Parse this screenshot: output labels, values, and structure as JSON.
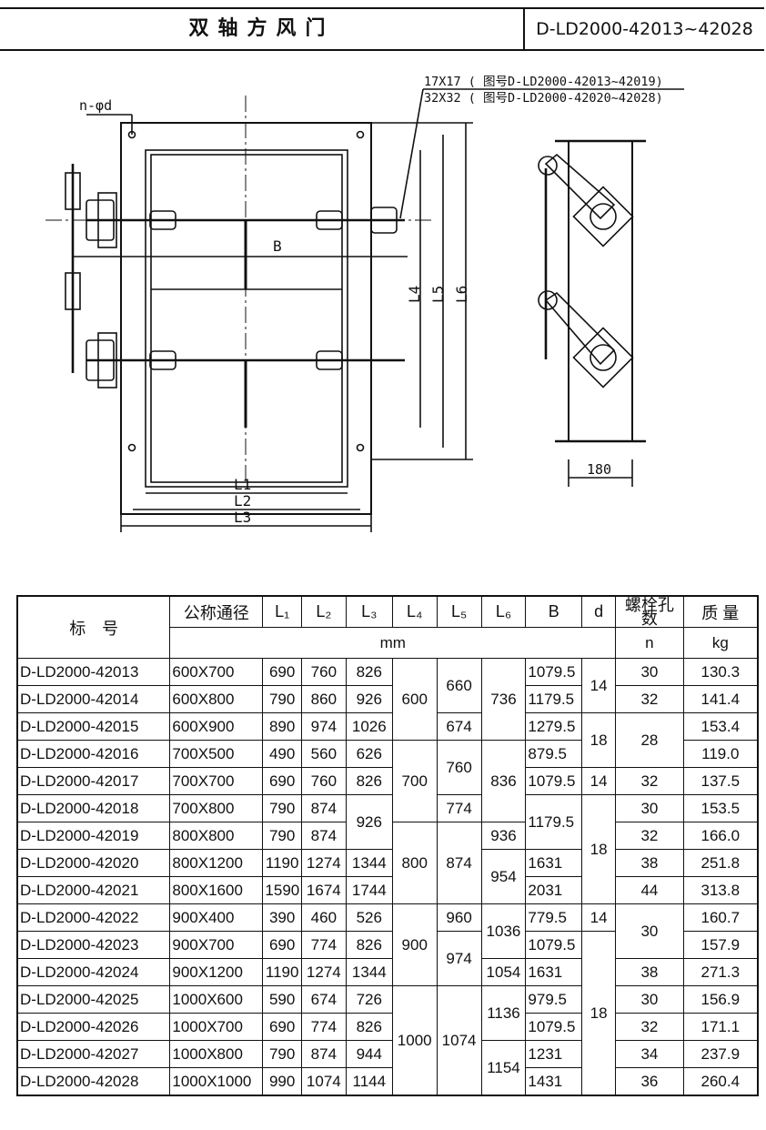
{
  "header": {
    "title": "双轴方风门",
    "code": "D-LD2000-42013~42028"
  },
  "drawing": {
    "hole_label": "n-φd",
    "shaft_note_1": "17X17 ( 图号D-LD2000-42013~42019)",
    "shaft_note_2": "32X32 ( 图号D-LD2000-42020~42028)",
    "label_B": "B",
    "label_L1": "L1",
    "label_L2": "L2",
    "label_L3": "L3",
    "label_L4": "L4",
    "label_L5": "L5",
    "label_L6": "L6",
    "side_width": "180"
  },
  "table": {
    "headers": {
      "code": "标　号",
      "nominal": "公称通径",
      "L1": "L₁",
      "L2": "L₂",
      "L3": "L₃",
      "L4": "L₄",
      "L5": "L₅",
      "L6": "L₆",
      "B": "B",
      "d": "d",
      "bolt": "螺栓孔数",
      "bolt_unit": "n",
      "mass": "质 量",
      "mass_unit": "kg",
      "unit_mm": "mm"
    },
    "rows": [
      {
        "code": "D-LD2000-42013",
        "nominal": "600X700",
        "L1": "690",
        "L2": "760",
        "L3": "826",
        "B": "1079.5",
        "n": "30",
        "kg": "130.3"
      },
      {
        "code": "D-LD2000-42014",
        "nominal": "600X800",
        "L1": "790",
        "L2": "860",
        "L3": "926",
        "B": "1179.5",
        "n": "32",
        "kg": "141.4"
      },
      {
        "code": "D-LD2000-42015",
        "nominal": "600X900",
        "L1": "890",
        "L2": "974",
        "L3": "1026",
        "B": "1279.5",
        "kg": "153.4"
      },
      {
        "code": "D-LD2000-42016",
        "nominal": "700X500",
        "L1": "490",
        "L2": "560",
        "L3": "626",
        "B": "879.5",
        "kg": "119.0"
      },
      {
        "code": "D-LD2000-42017",
        "nominal": "700X700",
        "L1": "690",
        "L2": "760",
        "L3": "826",
        "B": "1079.5",
        "d": "14",
        "n": "32",
        "kg": "137.5"
      },
      {
        "code": "D-LD2000-42018",
        "nominal": "700X800",
        "L1": "790",
        "L2": "874",
        "n": "30",
        "kg": "153.5"
      },
      {
        "code": "D-LD2000-42019",
        "nominal": "800X800",
        "L1": "790",
        "L2": "874",
        "n": "32",
        "kg": "166.0"
      },
      {
        "code": "D-LD2000-42020",
        "nominal": "800X1200",
        "L1": "1190",
        "L2": "1274",
        "L3": "1344",
        "B": "1631",
        "n": "38",
        "kg": "251.8"
      },
      {
        "code": "D-LD2000-42021",
        "nominal": "800X1600",
        "L1": "1590",
        "L2": "1674",
        "L3": "1744",
        "B": "2031",
        "n": "44",
        "kg": "313.8"
      },
      {
        "code": "D-LD2000-42022",
        "nominal": "900X400",
        "L1": "390",
        "L2": "460",
        "L3": "526",
        "L5": "960",
        "B": "779.5",
        "d": "14",
        "kg": "160.7"
      },
      {
        "code": "D-LD2000-42023",
        "nominal": "900X700",
        "L1": "690",
        "L2": "774",
        "L3": "826",
        "B": "1079.5",
        "kg": "157.9"
      },
      {
        "code": "D-LD2000-42024",
        "nominal": "900X1200",
        "L1": "1190",
        "L2": "1274",
        "L3": "1344",
        "L6": "1054",
        "B": "1631",
        "n": "38",
        "kg": "271.3"
      },
      {
        "code": "D-LD2000-42025",
        "nominal": "1000X600",
        "L1": "590",
        "L2": "674",
        "L3": "726",
        "B": "979.5",
        "n": "30",
        "kg": "156.9"
      },
      {
        "code": "D-LD2000-42026",
        "nominal": "1000X700",
        "L1": "690",
        "L2": "774",
        "L3": "826",
        "B": "1079.5",
        "n": "32",
        "kg": "171.1"
      },
      {
        "code": "D-LD2000-42027",
        "nominal": "1000X800",
        "L1": "790",
        "L2": "874",
        "L3": "944",
        "B": "1231",
        "n": "34",
        "kg": "237.9"
      },
      {
        "code": "D-LD2000-42028",
        "nominal": "1000X1000",
        "L1": "990",
        "L2": "1074",
        "L3": "1144",
        "B": "1431",
        "n": "36",
        "kg": "260.4"
      }
    ],
    "merged": {
      "L4_600": "600",
      "L4_700": "700",
      "L4_800": "800",
      "L4_900": "900",
      "L4_1000": "1000",
      "L5_660": "660",
      "L5_674": "674",
      "L5_760": "760",
      "L5_774": "774",
      "L5_874": "874",
      "L5_974": "974",
      "L5_1074": "1074",
      "L6_736": "736",
      "L6_836": "836",
      "L6_936": "936",
      "L6_954": "954",
      "L6_1036": "1036",
      "L6_1136": "1136",
      "L6_1154": "1154",
      "L3_926": "926",
      "B_1179": "1179.5",
      "d_14a": "14",
      "d_18a": "18",
      "d_18b": "18",
      "d_18c": "18",
      "n_28": "28",
      "n_30": "30"
    }
  }
}
